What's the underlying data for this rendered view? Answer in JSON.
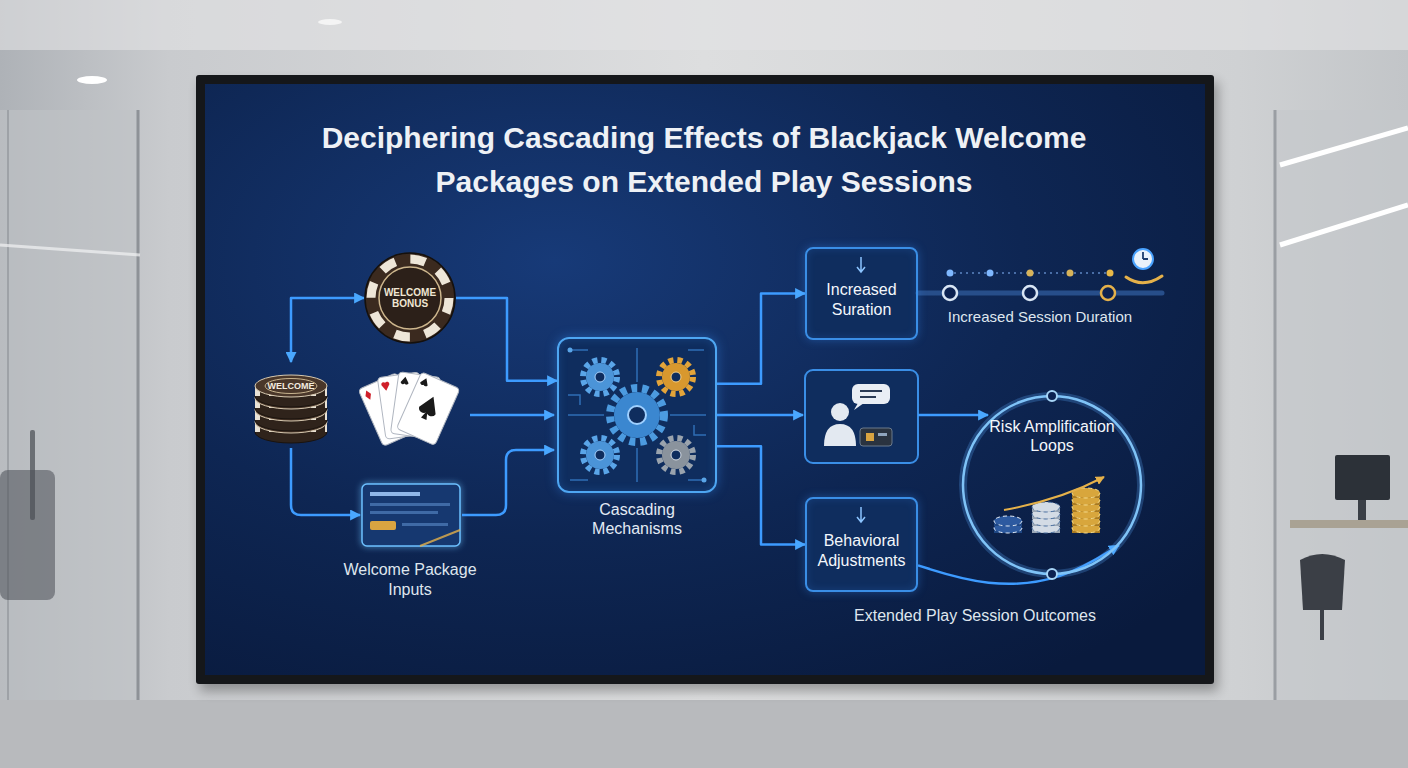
{
  "diagram": {
    "title": "Deciphering Cascading Effects of Blackjack Welcome Packages on Extended Play Sessions",
    "nodes": [
      {
        "text": [
          "WELCOME BONUS"
        ]
      },
      {
        "text": [
          "WELCOME"
        ]
      },
      {
        "text": [
          "Cascading Mechanisms"
        ]
      },
      {
        "text": [
          "Increased Suration"
        ]
      },
      {
        "text": [
          "Behavioral Adjustments"
        ]
      },
      {
        "text": [
          "Risk Amplification Loops"
        ]
      }
    ],
    "edges": [
      {
        "from": 0,
        "to": 1,
        "arrow": "both"
      },
      {
        "from": 0,
        "to": 2,
        "arrow": "to"
      },
      {
        "from": 2,
        "to": 3,
        "arrow": "to"
      },
      {
        "from": 2,
        "to": 4,
        "arrow": "to"
      },
      {
        "from": 4,
        "to": 5,
        "arrow": "to"
      }
    ],
    "labels": [
      "Welcome Package Inputs",
      "Increased Session Duration",
      "Extended Play Session Outcomes"
    ]
  }
}
